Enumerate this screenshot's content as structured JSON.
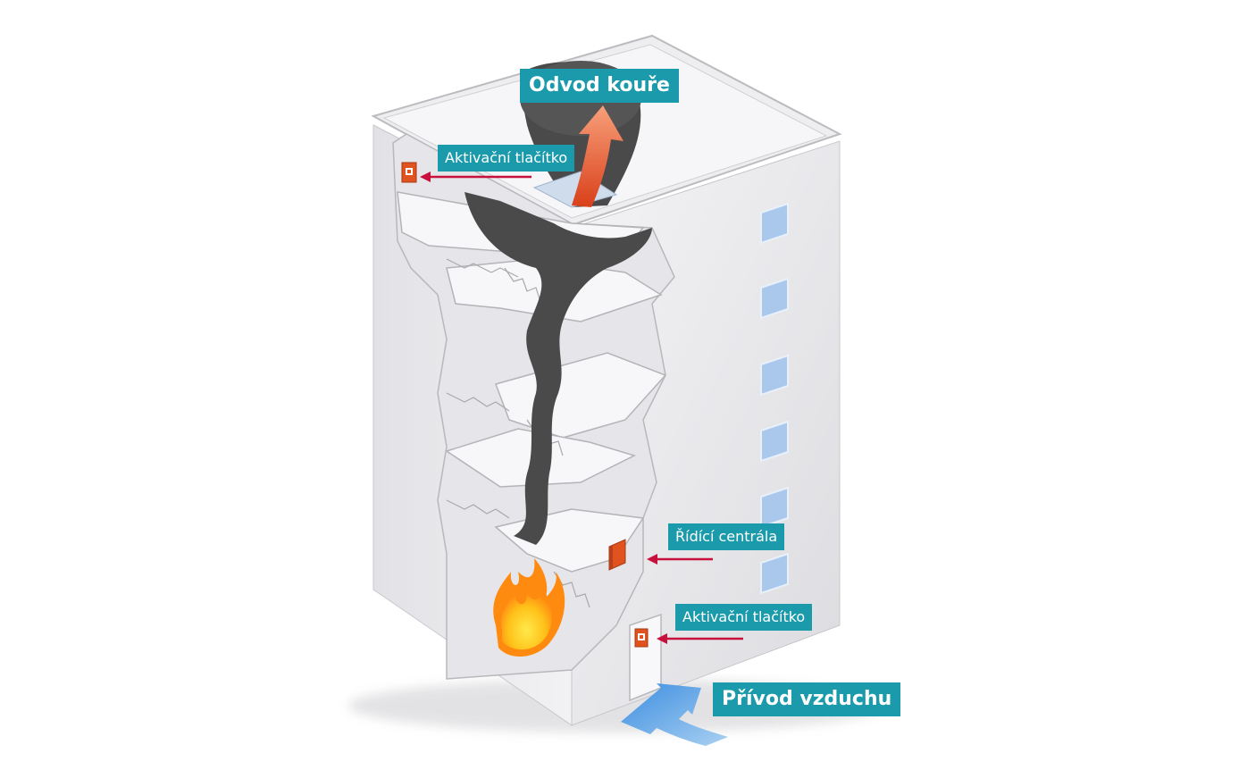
{
  "colors": {
    "label_bg": "#1a9aaa",
    "pointer_arrow": "#c8103c",
    "smoke": "#4a4a4a",
    "exhaust_arrow": "#e8542a",
    "air_arrow": "#5aa6e6",
    "wall": "#f0f0f2",
    "window": "#a8c8ee",
    "device": "#e0521e"
  },
  "labels": {
    "smoke_exhaust": "Odvod kouře",
    "activation_button_top": "Aktivační tlačítko",
    "control_unit": "Řídící centrála",
    "activation_button_bottom": "Aktivační tlačítko",
    "air_supply": "Přívod vzduchu"
  },
  "icons": {
    "fire": "fire-icon",
    "smoke": "smoke-plume",
    "exhaust_arrow": "up-arrow-icon",
    "air_arrow": "inflow-arrow-icon",
    "button": "alarm-button-icon",
    "control": "control-box-icon"
  }
}
